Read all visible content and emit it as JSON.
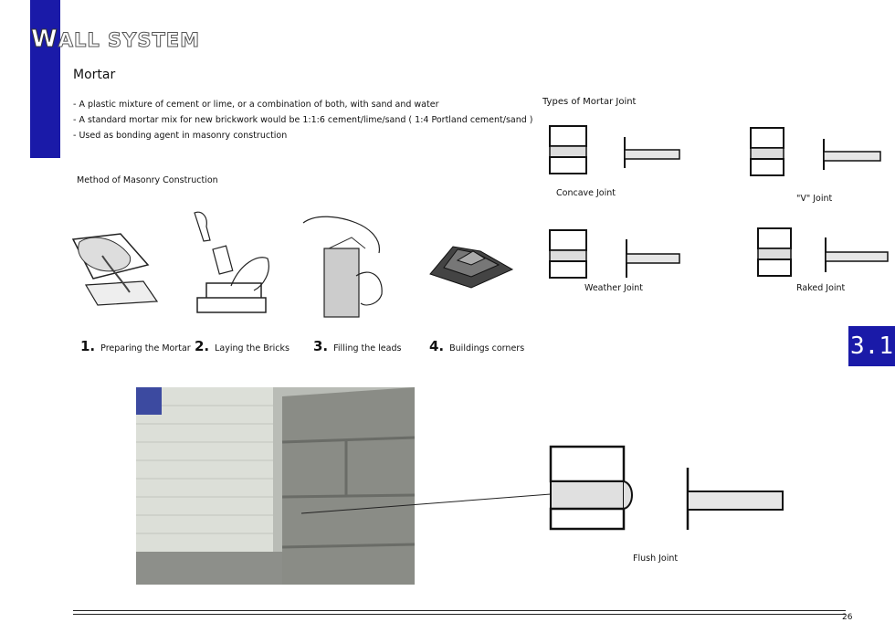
{
  "header": {
    "title_initial": "W",
    "title_rest": "ALL SYSTEM",
    "accent_color": "#1a1aa8"
  },
  "mortar": {
    "heading": "Mortar",
    "bullets": [
      "- A plastic mixture of cement or lime, or a combination of both, with sand and water",
      "- A standard mortar mix for new brickwork would be 1:1:6 cement/lime/sand ( 1:4 Portland cement/sand )",
      "- Used as bonding agent in masonry construction"
    ]
  },
  "method": {
    "heading": "Method of Masonry Construction",
    "steps": [
      {
        "num": "1.",
        "label": "Preparing the Mortar"
      },
      {
        "num": "2.",
        "label": "Laying the Bricks"
      },
      {
        "num": "3.",
        "label": "Filling the leads"
      },
      {
        "num": "4.",
        "label": "Buildings corners"
      }
    ]
  },
  "joints": {
    "heading": "Types of Mortar Joint",
    "items": [
      {
        "label": "Concave Joint"
      },
      {
        "label": "\"V\" Joint"
      },
      {
        "label": "Weather Joint"
      },
      {
        "label": "Raked Joint"
      },
      {
        "label": "Flush Joint"
      }
    ]
  },
  "section_badge": "3.1",
  "page_number": "26"
}
